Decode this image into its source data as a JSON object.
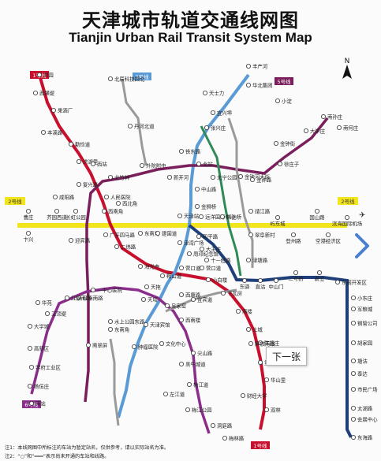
{
  "map": {
    "title_cn": "天津城市轨道交通线网图",
    "title_en": "Tianjin Urban Rail Transit System Map",
    "next_button": "下一张",
    "compass_label": "N",
    "notes": [
      "注1：本线网图中所标注的车站为暂定站名，仅供参考，请以实际站名为准。",
      "注2：“○”和“═══”表示尚未开通的车站和线路。"
    ],
    "line_colors": {
      "line1": "#c8102e",
      "line2": "#f2e51b",
      "line3": "#5b9bd5",
      "line4": "#2e8b57",
      "line5": "#7a1f5c",
      "line6": "#8b2e8b",
      "line9": "#1f3f7a",
      "planned": "#9a9a9a"
    },
    "line_badges": [
      {
        "name": "1号线"
      },
      {
        "name": "3号线"
      },
      {
        "name": "5号线"
      },
      {
        "name": "2号线"
      },
      {
        "name": "2号线"
      },
      {
        "name": "1号线"
      },
      {
        "name": "6号线"
      }
    ],
    "stations": [
      {
        "name": "刘园"
      },
      {
        "name": "西横堤"
      },
      {
        "name": "果酒厂"
      },
      {
        "name": "本溪路"
      },
      {
        "name": "勤俭道"
      },
      {
        "name": "洪湖里"
      },
      {
        "name": "西站"
      },
      {
        "name": "西北角"
      },
      {
        "name": "西南角"
      },
      {
        "name": "二纬路"
      },
      {
        "name": "海光寺"
      },
      {
        "name": "鞍山道"
      },
      {
        "name": "营口道"
      },
      {
        "name": "小白楼"
      },
      {
        "name": "下瓦房"
      },
      {
        "name": "南楼"
      },
      {
        "name": "土城"
      },
      {
        "name": "陈塘庄"
      },
      {
        "name": "复兴门"
      },
      {
        "name": "华山里"
      },
      {
        "name": "财经大学"
      },
      {
        "name": "双林"
      },
      {
        "name": "曹庄"
      },
      {
        "name": "卞兴"
      },
      {
        "name": "芥园西道"
      },
      {
        "name": "咸阳路"
      },
      {
        "name": "长虹公园"
      },
      {
        "name": "广开四马路"
      },
      {
        "name": "东南角"
      },
      {
        "name": "建国道"
      },
      {
        "name": "天津站"
      },
      {
        "name": "远洋国际中心"
      },
      {
        "name": "顺驰桥"
      },
      {
        "name": "靖江路"
      },
      {
        "name": "翠阜新村"
      },
      {
        "name": "屿东城"
      },
      {
        "name": "登州路"
      },
      {
        "name": "国山路"
      },
      {
        "name": "空港经济区"
      },
      {
        "name": "滨海国际机场"
      },
      {
        "name": "小淀"
      },
      {
        "name": "丰产河"
      },
      {
        "name": "华北集团"
      },
      {
        "name": "天士力"
      },
      {
        "name": "宜兴埠"
      },
      {
        "name": "张兴庄"
      },
      {
        "name": "铁东路"
      },
      {
        "name": "北站"
      },
      {
        "name": "中山路"
      },
      {
        "name": "金狮桥"
      },
      {
        "name": "和平路"
      },
      {
        "name": "津湾广场"
      },
      {
        "name": "周邓纪念馆"
      },
      {
        "name": "天塔"
      },
      {
        "name": "吴家窑"
      },
      {
        "name": "西康路"
      },
      {
        "name": "营口道"
      },
      {
        "name": "红旗南路"
      },
      {
        "name": "王顶堤"
      },
      {
        "name": "华苑"
      },
      {
        "name": "大学城"
      },
      {
        "name": "高新区"
      },
      {
        "name": "学府工业区"
      },
      {
        "name": "杨伍庄"
      },
      {
        "name": "南站"
      },
      {
        "name": "东南角"
      },
      {
        "name": "天津宾馆"
      },
      {
        "name": "文化中心"
      },
      {
        "name": "尖山路"
      },
      {
        "name": "黑牛城道"
      },
      {
        "name": "梅江道"
      },
      {
        "name": "左江道"
      },
      {
        "name": "梅江公园"
      },
      {
        "name": "梅林路"
      },
      {
        "name": "解放南路"
      },
      {
        "name": "洞庭路"
      },
      {
        "name": "东驿"
      },
      {
        "name": "金钟河大街"
      },
      {
        "name": "大王庄"
      },
      {
        "name": "十一经路"
      },
      {
        "name": "津塘路"
      },
      {
        "name": "直沽"
      },
      {
        "name": "中山门"
      },
      {
        "name": "二号桥"
      },
      {
        "name": "新立"
      },
      {
        "name": "东丽开发区"
      },
      {
        "name": "小东庄"
      },
      {
        "name": "军粮城"
      },
      {
        "name": "钢管公司"
      },
      {
        "name": "胡家园"
      },
      {
        "name": "塘沽"
      },
      {
        "name": "泰达"
      },
      {
        "name": "市民广场"
      },
      {
        "name": "太湖路"
      },
      {
        "name": "会展中心"
      },
      {
        "name": "东海路"
      },
      {
        "name": "南孙庄"
      },
      {
        "name": "南何庄"
      },
      {
        "name": "大毕庄"
      },
      {
        "name": "金钟街"
      },
      {
        "name": "徐庄子"
      },
      {
        "name": "金钟路"
      },
      {
        "name": "宜宾道"
      },
      {
        "name": "西南楼"
      },
      {
        "name": "肿瘤医院"
      },
      {
        "name": "天拖"
      },
      {
        "name": "一中心医院"
      },
      {
        "name": "水上公园东路"
      },
      {
        "name": "南翠屏"
      },
      {
        "name": "北辰科技园北"
      },
      {
        "name": "丹河北道"
      },
      {
        "name": "北竹林"
      },
      {
        "name": "外院附中"
      },
      {
        "name": "新开河"
      },
      {
        "name": "北宁公园"
      },
      {
        "name": "人民医院"
      },
      {
        "name": "红旗南路"
      },
      {
        "name": "复兴路"
      },
      {
        "name": "迎宾路"
      }
    ]
  }
}
